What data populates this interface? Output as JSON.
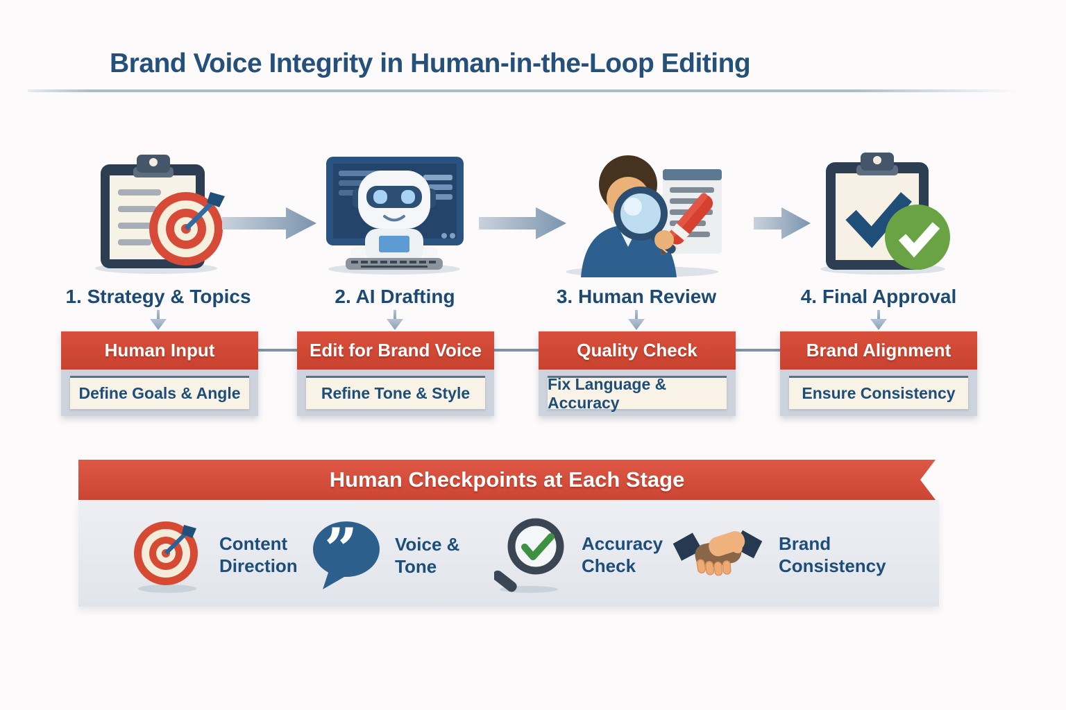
{
  "title": "Brand Voice Integrity in Human-in-the-Loop Editing",
  "stages": [
    {
      "step_label": "1. Strategy & Topics",
      "icon": "clipboard-target-icon",
      "box_title": "Human Input",
      "box_subtitle": "Define Goals & Angle"
    },
    {
      "step_label": "2. AI Drafting",
      "icon": "robot-computer-icon",
      "box_title": "Edit for Brand Voice",
      "box_subtitle": "Refine Tone & Style"
    },
    {
      "step_label": "3. Human Review",
      "icon": "person-magnifier-icon",
      "box_title": "Quality Check",
      "box_subtitle": "Fix Language & Accuracy"
    },
    {
      "step_label": "4. Final Approval",
      "icon": "clipboard-approved-icon",
      "box_title": "Brand Alignment",
      "box_subtitle": "Ensure Consistency"
    }
  ],
  "banner": {
    "title": "Human Checkpoints at Each Stage"
  },
  "checkpoints": [
    {
      "icon": "target-icon",
      "label": "Content Direction"
    },
    {
      "icon": "quote-bubble-icon",
      "label": "Voice & Tone"
    },
    {
      "icon": "magnifier-check-icon",
      "label": "Accuracy Check"
    },
    {
      "icon": "handshake-icon",
      "label": "Brand Consistency"
    }
  ],
  "icon_glyphs": {
    "quote": "”"
  },
  "colors": {
    "accent_red": "#cf4634",
    "banner_red": "#d9513f",
    "navy_text": "#1d4e79",
    "title_navy": "#24507a",
    "cream": "#f8f3e6",
    "card_gray": "#ccd3dc",
    "steel_arrow": "#7e93a9",
    "approval_green": "#6aa344",
    "panel_gray": "#e7e9ee"
  }
}
